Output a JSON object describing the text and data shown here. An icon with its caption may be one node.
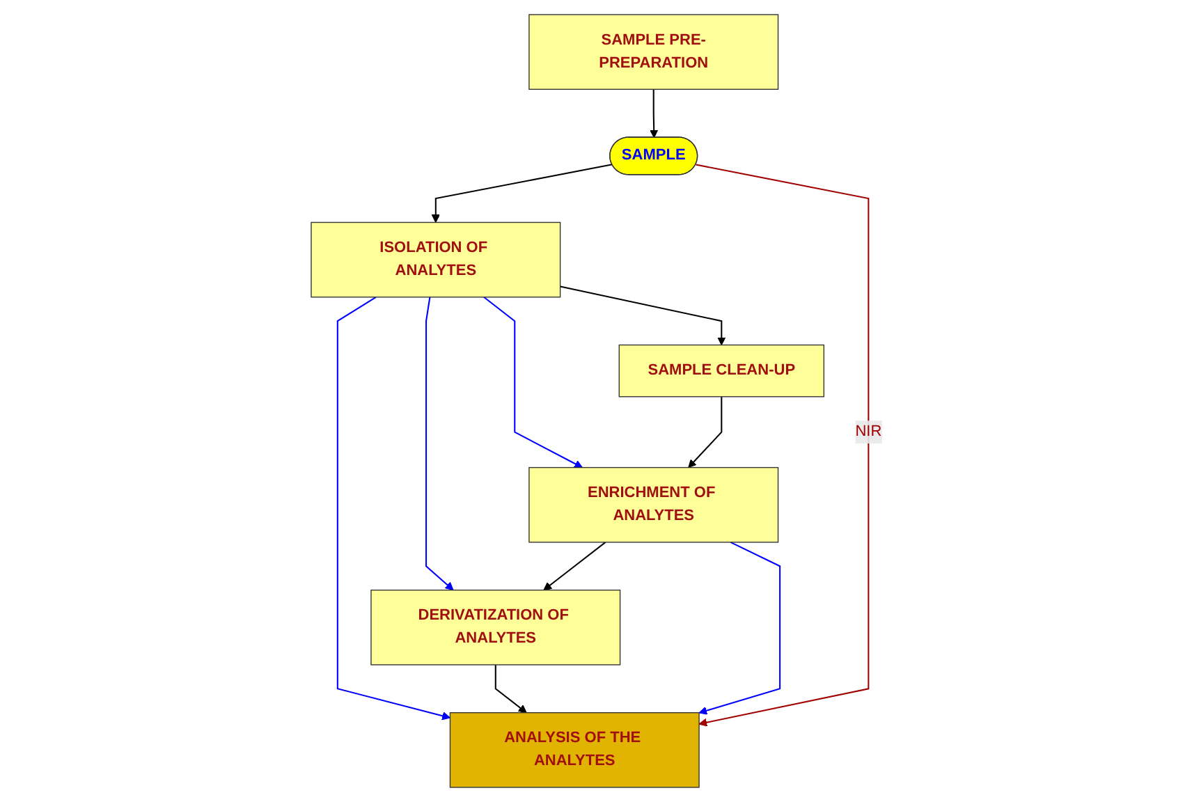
{
  "diagram": {
    "nodes": [
      {
        "text": [
          "SAMPLE PRE-PREPARATION"
        ]
      },
      {
        "text": [
          "SAMPLE"
        ]
      },
      {
        "text": [
          "ISOLATION OF ANALYTES"
        ]
      },
      {
        "text": [
          "SAMPLE CLEAN-UP"
        ]
      },
      {
        "text": [
          "DERIVATIZATION OF ANALYTES"
        ]
      },
      {
        "text": [
          "ENRICHMENT OF ANALYTES"
        ]
      },
      {
        "text": [
          "ANALYSIS OF THE ANALYTES"
        ]
      }
    ],
    "edges": [
      {
        "from": 0,
        "to": 1,
        "arrow": "to"
      },
      {
        "from": 1,
        "to": 2,
        "arrow": "to"
      },
      {
        "from": 2,
        "to": 6,
        "arrow": "to",
        "color": "#0000ff"
      },
      {
        "from": 2,
        "to": 4,
        "arrow": "to",
        "color": "#0000ff"
      },
      {
        "from": 2,
        "to": 5,
        "arrow": "to",
        "color": "#0000ff"
      },
      {
        "from": 2,
        "to": 3,
        "arrow": "to"
      },
      {
        "from": 3,
        "to": 5,
        "arrow": "to"
      },
      {
        "from": 5,
        "to": 4,
        "arrow": "to"
      },
      {
        "from": 4,
        "to": 6,
        "arrow": "to"
      },
      {
        "from": 1,
        "to": 6,
        "arrow": "to",
        "label": "NIR",
        "color": "#a00000"
      },
      {
        "from": 5,
        "to": 6,
        "arrow": "to",
        "color": "#0000ff"
      }
    ]
  }
}
